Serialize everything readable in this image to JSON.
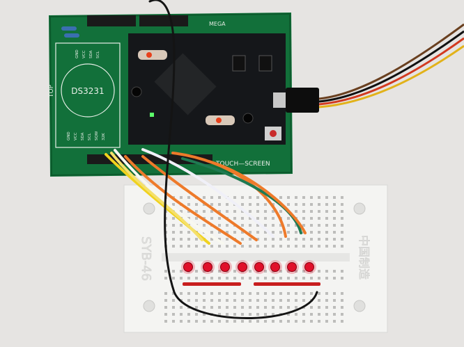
{
  "pcb": {
    "rtc_label": "DS3231",
    "top_label": "TOP",
    "touch_label": "TOUCH—SCREEN",
    "mega_label": "MEGA",
    "rtc_top_pins": [
      "GND",
      "VCC",
      "SDA",
      "SCL"
    ],
    "rtc_bottom_pins": [
      "GND",
      "VCC",
      "SDA",
      "SCL",
      "SQW",
      "32K"
    ]
  },
  "breadboard": {
    "model_label": "SYB-46",
    "maker_label": "中国制造"
  },
  "colors": {
    "pcb_green": "#12703a",
    "board_black": "#15171a",
    "breadboard_white": "#f4f4f2",
    "led_red": "#e0102a",
    "rail_red": "#c81e1e"
  },
  "leds": {
    "count": 8
  }
}
